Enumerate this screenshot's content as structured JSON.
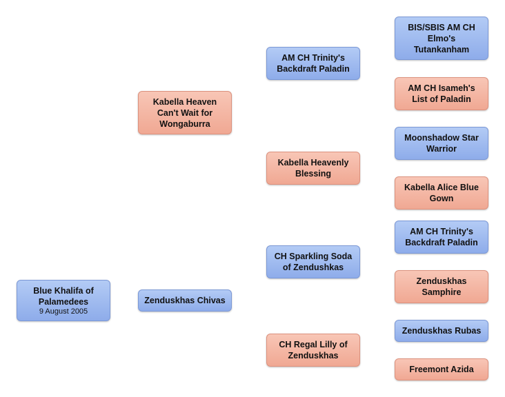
{
  "dog": {
    "name": "Blue Khalifa  of Palamedees",
    "date": "9 August 2005",
    "color": "#a3bdf0"
  },
  "sire": {
    "name": "Kabella  Heaven Can't Wait for Wongaburra"
  },
  "dam": {
    "name": "Zenduskhas Chivas"
  },
  "sire_sire": {
    "name": "AM CH Trinity's Backdraft Paladin"
  },
  "sire_dam": {
    "name": "Kabella  Heavenly Blessing"
  },
  "dam_sire": {
    "name": "CH Sparkling Soda of Zendushkas"
  },
  "dam_dam": {
    "name": "CH Regal Lilly of Zenduskhas"
  },
  "sire_sire_sire": {
    "name": "BIS/SBIS AM CH Elmo's Tutankanham"
  },
  "sire_sire_dam": {
    "name": "AM CH Isameh's List of Paladin"
  },
  "sire_dam_sire": {
    "name": "Moonshadow Star Warrior"
  },
  "sire_dam_dam": {
    "name": "Kabella Alice Blue Gown"
  },
  "dam_sire_sire": {
    "name": "AM CH Trinity's Backdraft Paladin"
  },
  "dam_sire_dam": {
    "name": "Zenduskhas Samphire"
  },
  "dam_dam_sire": {
    "name": "Zenduskhas Rubas"
  },
  "dam_dam_dam": {
    "name": "Freemont Azida"
  },
  "colors": {
    "male": "#a3bdf0",
    "female": "#f4b6a4"
  }
}
